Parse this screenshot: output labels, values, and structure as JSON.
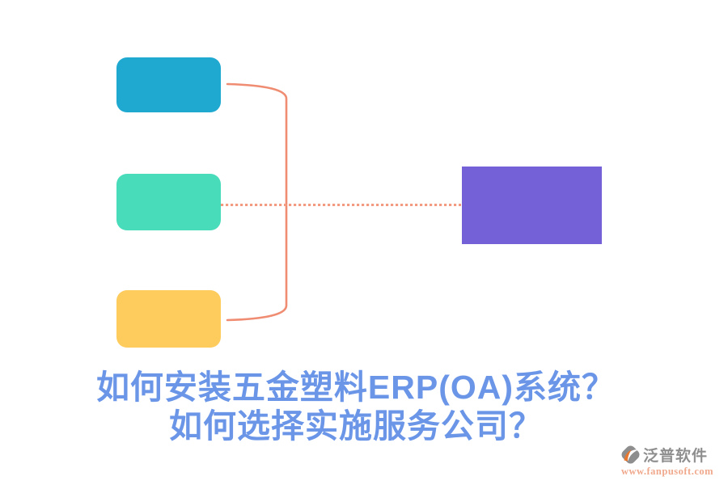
{
  "caption": {
    "line1": "如何安装五金塑料ERP(OA)系统？",
    "line2": "如何选择实施服务公司？",
    "color": "#6B96E8"
  },
  "diagram": {
    "nodes": [
      {
        "id": "topic-blue",
        "color": "#1FA9D1"
      },
      {
        "id": "topic-green",
        "color": "#48DCBB"
      },
      {
        "id": "topic-yellow",
        "color": "#FECB5D"
      },
      {
        "id": "result-purple",
        "color": "#7561D7"
      }
    ],
    "connector_color": "#EF8C72",
    "dotted_color": "#F29B80"
  },
  "logo": {
    "brand": "泛普软件",
    "url": "www.fanpusoft.com",
    "brand_color": "#8F8F8F",
    "url_color": "#F0A98D",
    "icon_gray": "#8E8E8E",
    "icon_orange": "#E8782F"
  }
}
